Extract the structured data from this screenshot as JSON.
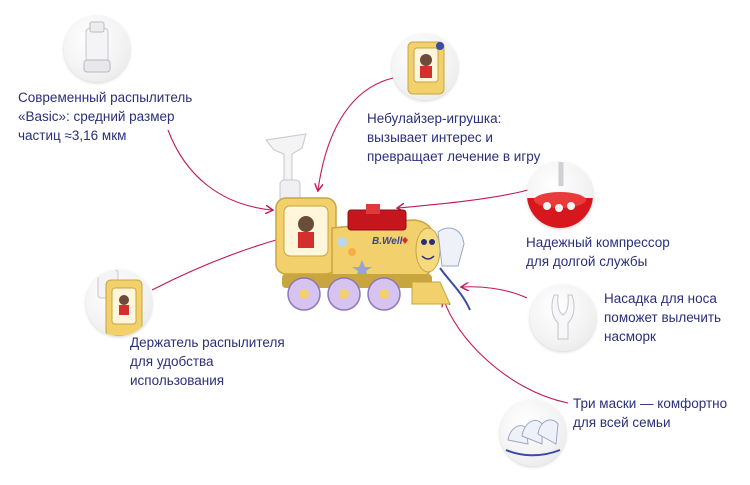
{
  "colors": {
    "text": "#2a2f7a",
    "arrow": "#c2185b",
    "body": "#f2d06b",
    "body_dark": "#c9a540",
    "wheel": "#d7c3f0",
    "accent_red": "#c4161c"
  },
  "callouts": {
    "atomizer": {
      "line1": "Современный распылитель",
      "line2": "«Basic»: средний размер",
      "line3": "частиц ≈3,16 мкм"
    },
    "toy": {
      "line1": "Небулайзер-игрушка:",
      "line2": "вызывает интерес и",
      "line3": "превращает лечение в игру"
    },
    "compressor": {
      "line1": "Надежный компрессор",
      "line2": "для долгой службы"
    },
    "holder": {
      "line1": "Держатель распылителя",
      "line2": "для удобства",
      "line3": "использования"
    },
    "nose": {
      "line1": "Насадка для носа",
      "line2": "поможет вылечить",
      "line3": "насморк"
    },
    "masks": {
      "line1": "Три маски — комфортно",
      "line2": "для всей семьи"
    }
  },
  "product": {
    "brand": "B.Well"
  },
  "icons": {
    "atomizer": "atomizer-thumbnail",
    "toy": "toy-thumbnail",
    "compressor": "compressor-thumbnail",
    "holder": "holder-thumbnail",
    "nose": "nose-piece-thumbnail",
    "masks": "masks-thumbnail"
  }
}
